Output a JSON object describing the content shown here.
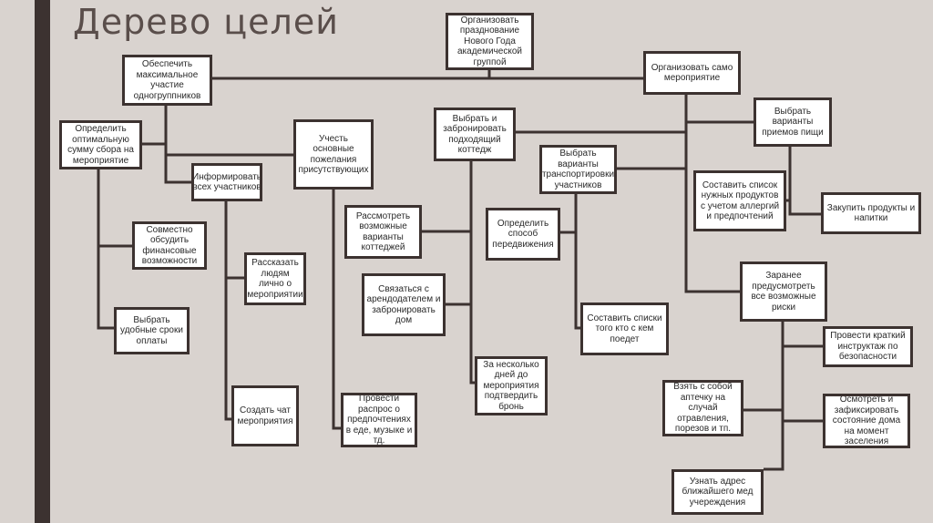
{
  "title": "Дерево целей",
  "nodes": {
    "root": "Организовать празднование Нового Года академической группой",
    "max": "Обеспечить максимальное участие одногруппников",
    "self": "Организовать само мероприятие",
    "sum": "Определить оптимальную сумму сбора на мероприятие",
    "wishes": "Учесть основные пожелания присутствующих",
    "inform": "Информировать всех участников",
    "discuss": "Совместно обсудить финансовые возможности",
    "tell": "Рассказать людям лично о мероприятии",
    "terms": "Выбрать удобные сроки оплаты",
    "chat": "Создать чат мероприятия",
    "survey": "Провести распрос о предпочтениях в еде, музыке и тд.",
    "cottage": "Выбрать и забронировать подходящий коттедж",
    "variants": "Рассмотреть возможные варианты коттеджей",
    "contact": "Связаться с арендодателем и забронировать дом",
    "confirm": "За несколько дней до мероприятия подтвердить бронь",
    "transport": "Выбрать варианты транспортировки участников",
    "method": "Определить способ передвижения",
    "lists": "Составить списки того кто с кем поедет",
    "meals": "Выбрать варианты приемов пищи",
    "products": "Составить список нужных продуктов с учетом аллергий и предпочтений",
    "buy": "Закупить продукты и напитки",
    "risks": "Заранее предусмотреть все возможные риски",
    "briefing": "Провести краткий инструктаж по безопасности",
    "kit": "Взять с собой аптечку на случай отравления, порезов и тп.",
    "inspect": "Осмотреть и зафиксировать состояние дома на момент заселения",
    "hospital": "Узнать адрес ближайшего мед учереждения"
  },
  "colors": {
    "background": "#d9d3cf",
    "border": "#3c3230",
    "box": "#ffffff",
    "title": "#5a4e4b"
  }
}
